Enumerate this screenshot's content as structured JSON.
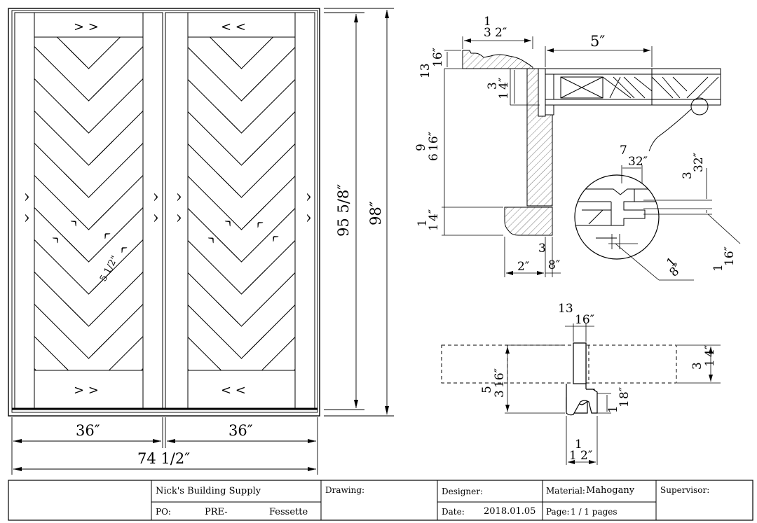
{
  "elevation": {
    "panel_arrows": {
      "top_left": "> >",
      "top_right": "< <",
      "bottom_left": "> >",
      "bottom_right": "< <",
      "stile": "^"
    },
    "slat_label": "5 1/2\"",
    "dims": {
      "left_width": "36″",
      "right_width": "36″",
      "overall_width": "74 1/2″",
      "door_height": "95 5/8″",
      "frame_height": "98″"
    }
  },
  "section_detail": {
    "casing_width_top": "1",
    "casing_width_bot": "3",
    "casing_width_den": "2″",
    "frame_depth": "5″",
    "casing_thick_top": "13",
    "casing_thick_den": "16″",
    "stop_top": "3",
    "stop_den": "4″",
    "jamb_top": "9",
    "jamb_mid": "6",
    "jamb_den": "16″",
    "sill_top": "1",
    "sill_den": "4″",
    "offset_2": "2″",
    "offset_38_top": "3",
    "offset_38_den": "8″"
  },
  "groove_detail": {
    "d732_top": "7",
    "d732_den": "32″",
    "d332_top": "3",
    "d332_den": "32″",
    "d18_top": "1",
    "d18_den": "8″",
    "d116_top": "1",
    "d116_den": "16″"
  },
  "astragal_detail": {
    "top_top": "13",
    "top_den": "16″",
    "height_top": "5",
    "height_mid": "3",
    "height_den": "16″",
    "right_top": "3",
    "right_mid": "1",
    "right_den": "4″",
    "small_top": "1",
    "small_mid": "1",
    "small_den": "8″",
    "bottom_top": "1",
    "bottom_mid": "1",
    "bottom_den": "2″"
  },
  "title_block": {
    "company": "Nick's Building Supply",
    "po_label": "PO:",
    "po_value": "PRE-",
    "customer": "Fessette",
    "drawing_label": "Drawing:",
    "designer_label": "Designer:",
    "date_label": "Date:",
    "date_value": "2018.01.05",
    "material_label": "Material:",
    "material_value": "Mahogany",
    "page_label": "Page:",
    "page_value": "1 /  1  pages",
    "supervisor_label": "Supervisor:"
  }
}
